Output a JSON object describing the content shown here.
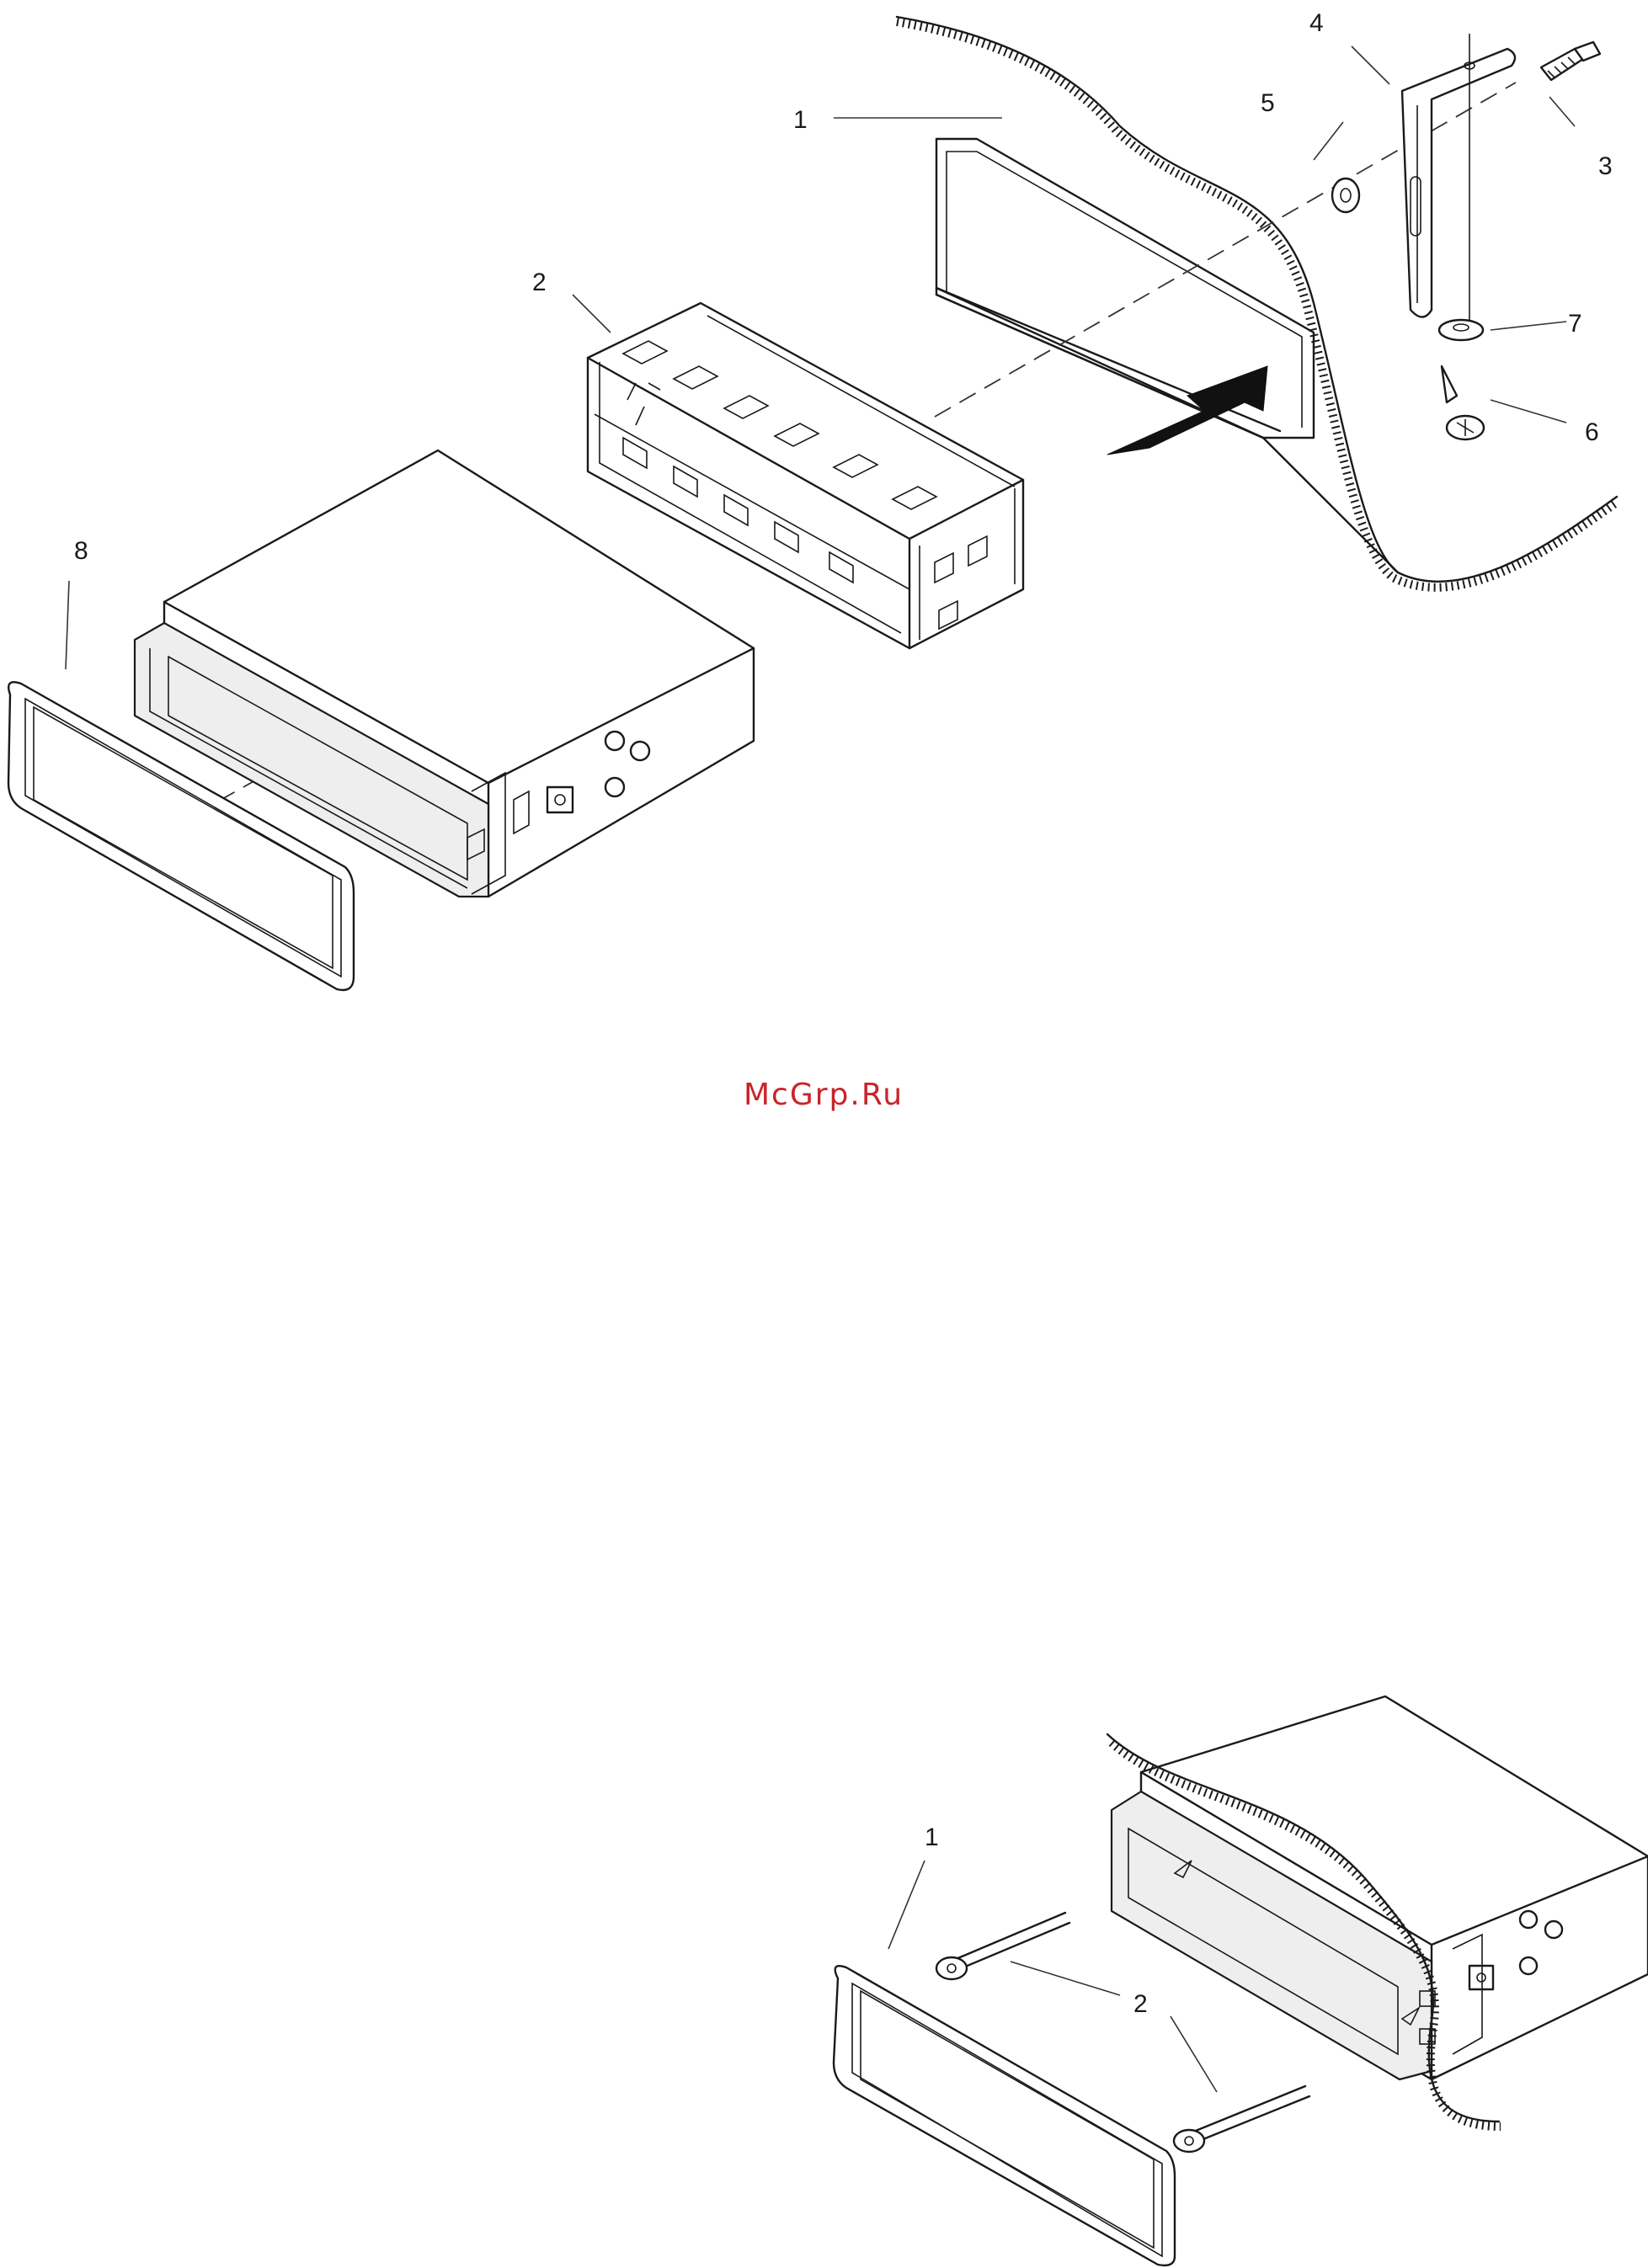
{
  "watermark": "McGrp.Ru",
  "figure_top": {
    "callouts": [
      "1",
      "2",
      "3",
      "4",
      "5",
      "6",
      "7",
      "8"
    ]
  },
  "figure_bottom": {
    "callouts": [
      "1",
      "2"
    ]
  }
}
